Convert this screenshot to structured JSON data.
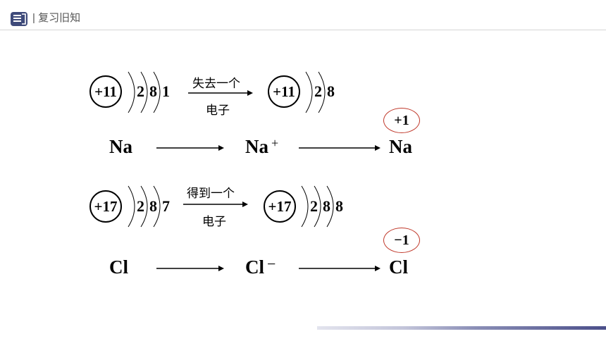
{
  "header": {
    "title": "| 复习旧知",
    "icon": "slide-stack-icon"
  },
  "na_row": {
    "atom": {
      "nucleus": "+11",
      "shells": [
        "2",
        "8",
        "1"
      ]
    },
    "process_top": "失去一个",
    "process_bottom": "电子",
    "ion": {
      "nucleus": "+11",
      "shells": [
        "2",
        "8"
      ]
    },
    "valence": "+1",
    "symbol_atom": "Na",
    "symbol_ion": "Na",
    "ion_charge": "+",
    "symbol_result": "Na"
  },
  "cl_row": {
    "atom": {
      "nucleus": "+17",
      "shells": [
        "2",
        "8",
        "7"
      ]
    },
    "process_top": "得到一个",
    "process_bottom": "电子",
    "ion": {
      "nucleus": "+17",
      "shells": [
        "2",
        "8",
        "8"
      ]
    },
    "valence": "−1",
    "symbol_atom": "Cl",
    "symbol_ion": "Cl",
    "ion_charge": "−",
    "symbol_result": "Cl"
  },
  "colors": {
    "oval": "#c0392b",
    "text": "#000000"
  }
}
